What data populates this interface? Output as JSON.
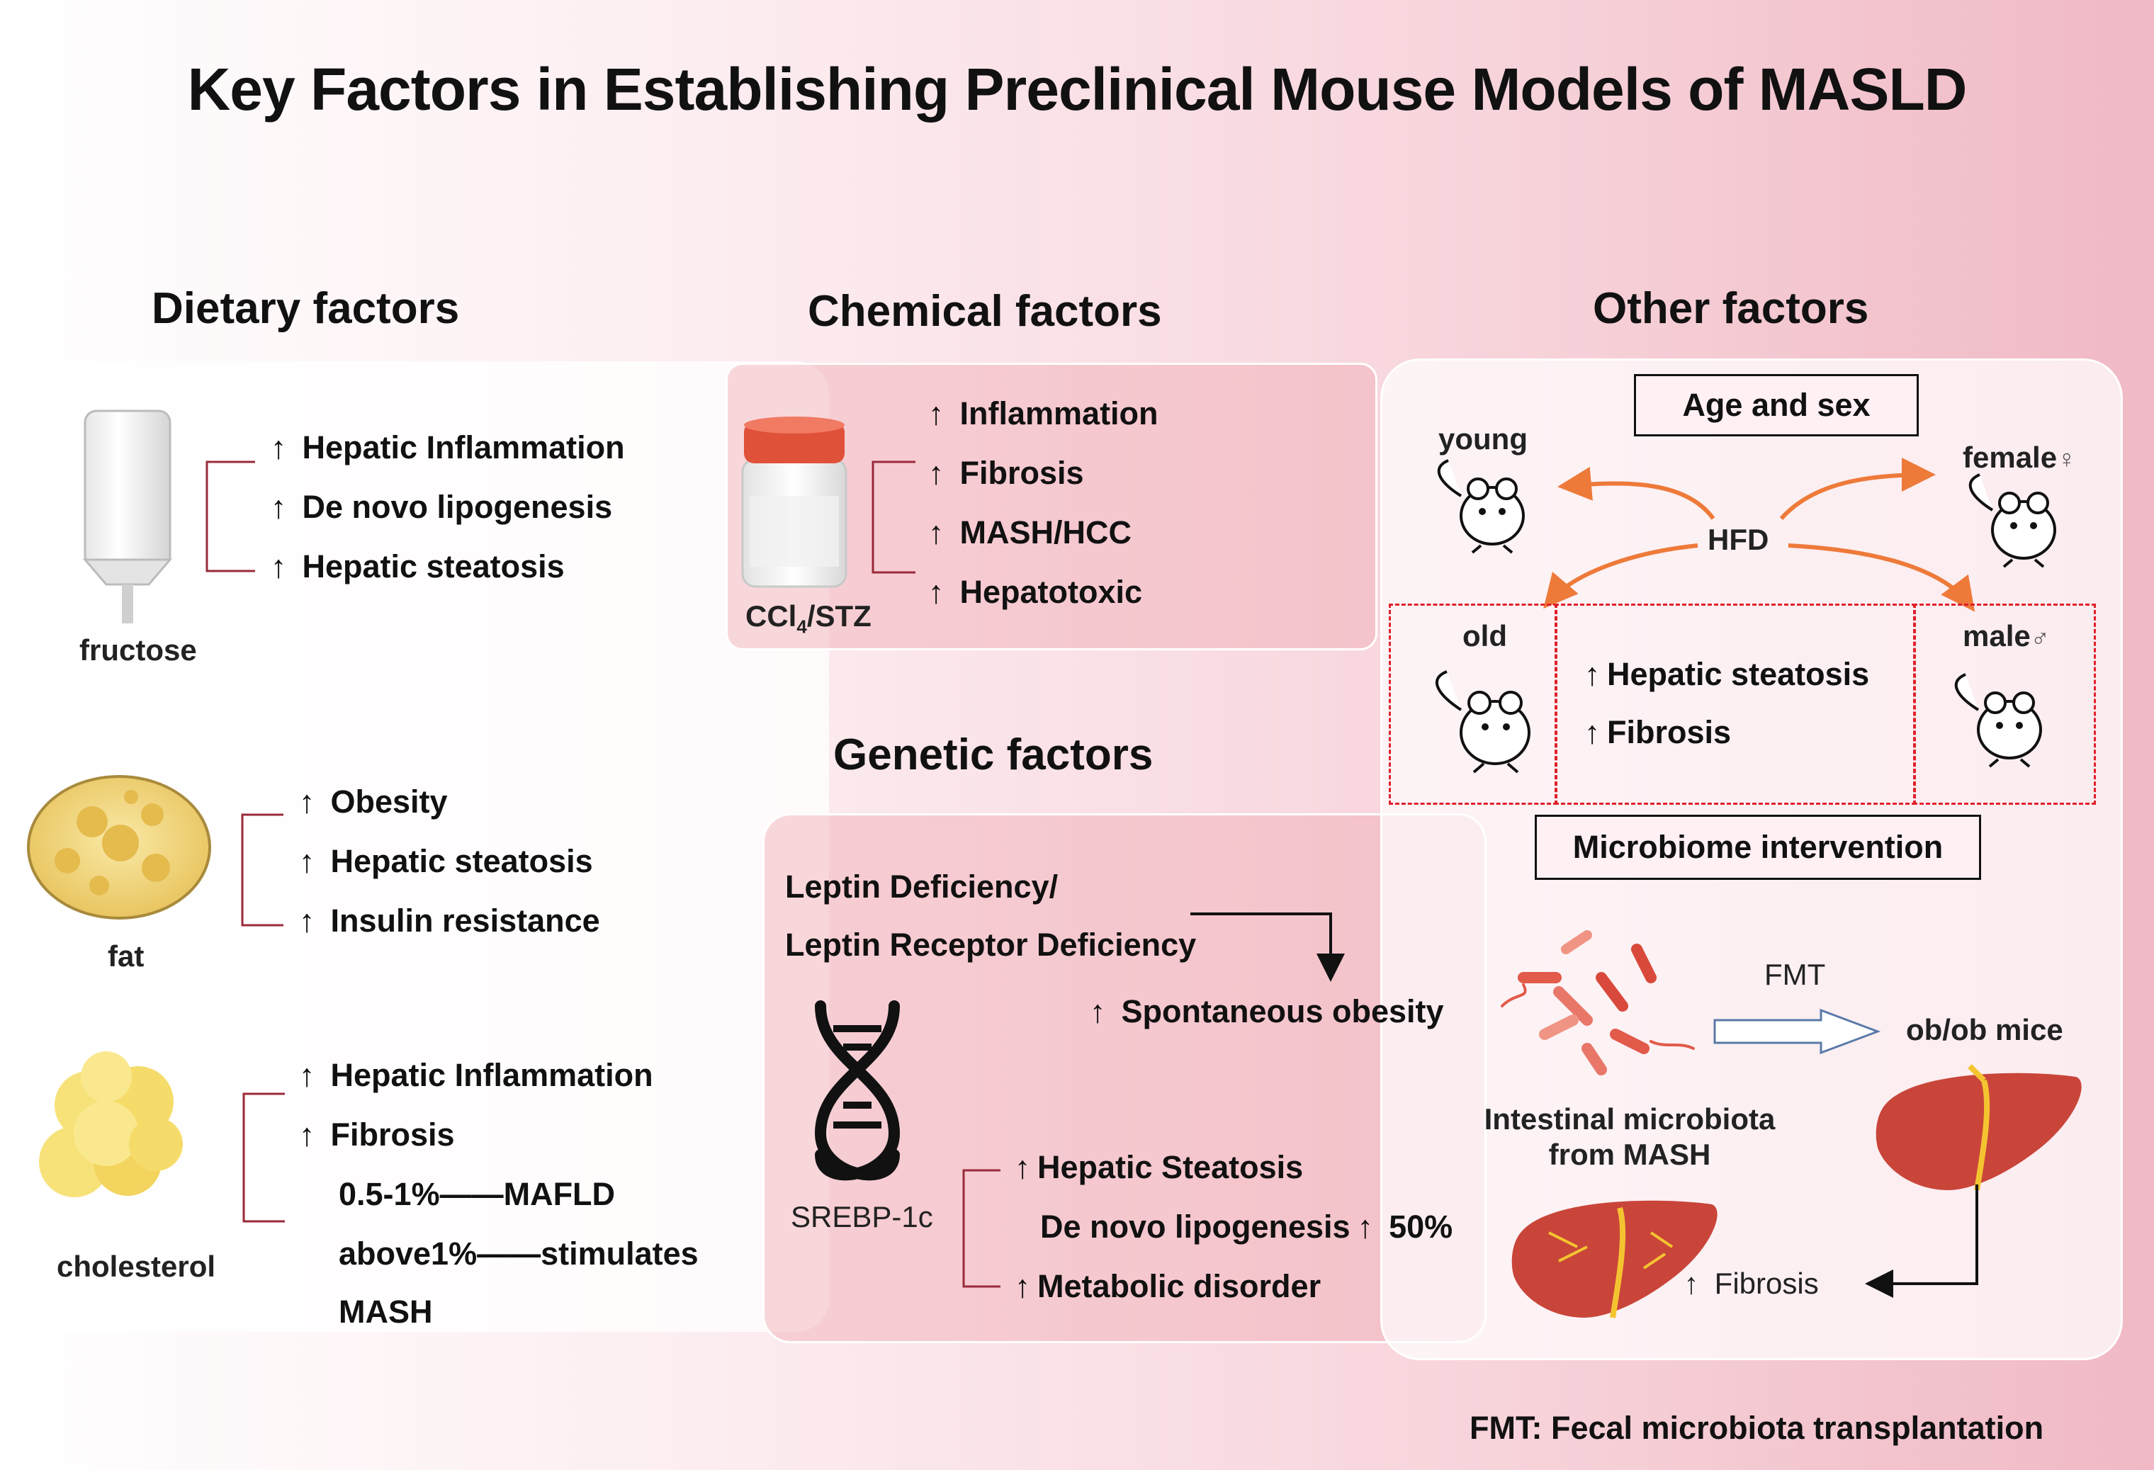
{
  "title": "Key Factors in Establishing Preclinical Mouse Models of MASLD",
  "sections": {
    "dietary": "Dietary factors",
    "chemical": "Chemical factors",
    "genetic": "Genetic factors",
    "other": "Other factors"
  },
  "dietary": {
    "fructose": {
      "label": "fructose",
      "effects": [
        "Hepatic Inflammation",
        "De novo lipogenesis",
        "Hepatic steatosis"
      ]
    },
    "fat": {
      "label": "fat",
      "effects": [
        "Obesity",
        "Hepatic steatosis",
        "Insulin resistance"
      ]
    },
    "cholesterol": {
      "label": "cholesterol",
      "effects": [
        "Hepatic Inflammation",
        "Fibrosis"
      ],
      "notes": [
        "0.5-1%——MAFLD",
        "above1%——stimulates",
        "MASH"
      ]
    }
  },
  "chemical": {
    "label_main": "CCl",
    "label_sub": "4",
    "label_rest": "/STZ",
    "effects": [
      "Inflammation",
      "Fibrosis",
      "MASH/HCC",
      "Hepatotoxic"
    ]
  },
  "genetic": {
    "lines": [
      "Leptin Deficiency/",
      "Leptin Receptor Deficiency"
    ],
    "obesity": "Spontaneous obesity",
    "gene": "SREBP-1c",
    "effects": [
      "Hepatic Steatosis",
      "De novo lipogenesis",
      "Metabolic disorder"
    ],
    "percent": "50%"
  },
  "other": {
    "age_sex": "Age and sex",
    "young": "young",
    "female": "female",
    "female_symbol": "♀",
    "old": "old",
    "male": "male",
    "male_symbol": "♂",
    "hfd": "HFD",
    "effects": [
      "Hepatic steatosis",
      "Fibrosis"
    ],
    "microbiome": "Microbiome intervention",
    "fmt": "FMT",
    "obob": "ob/ob mice",
    "microbiota": [
      "Intestinal microbiota",
      "from MASH"
    ],
    "fibrosis": "Fibrosis"
  },
  "footnote": "FMT: Fecal microbiota transplantation",
  "arrow_glyph": "↑"
}
